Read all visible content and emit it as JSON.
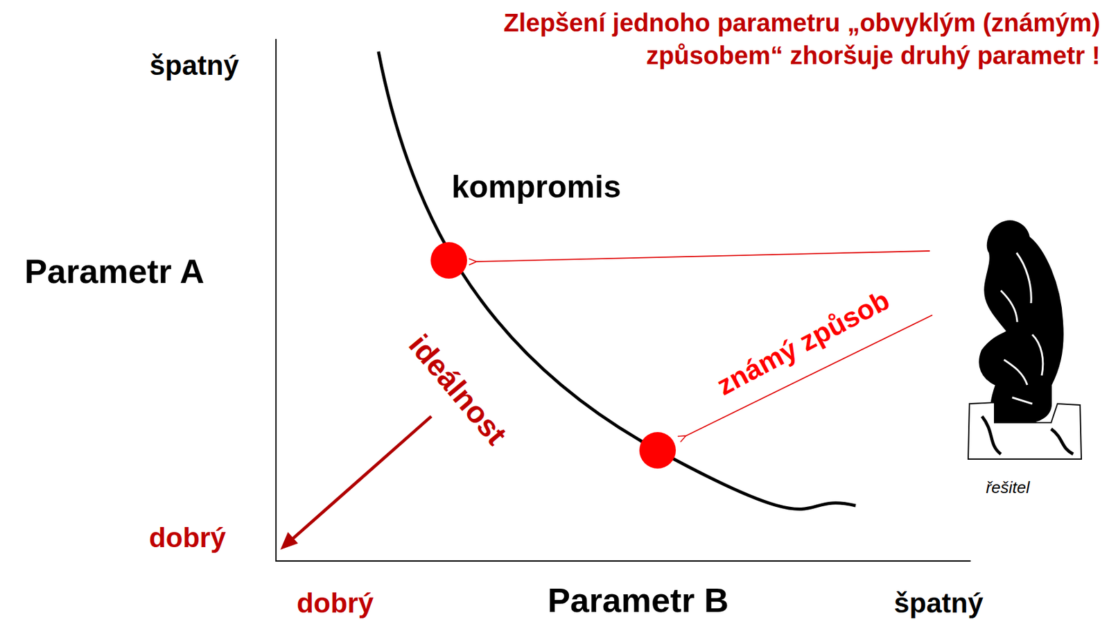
{
  "diagram": {
    "title": "Zlepšení jednoho parametru „obvyklým (známým) způsobem“ zhoršuje druhý parametr !",
    "labels": [
      "špatný",
      "Parametr A",
      "dobrý",
      "kompromis",
      "ideálnost",
      "známý způsob",
      "řešitel",
      "dobrý",
      "Parametr B",
      "špatný"
    ]
  }
}
